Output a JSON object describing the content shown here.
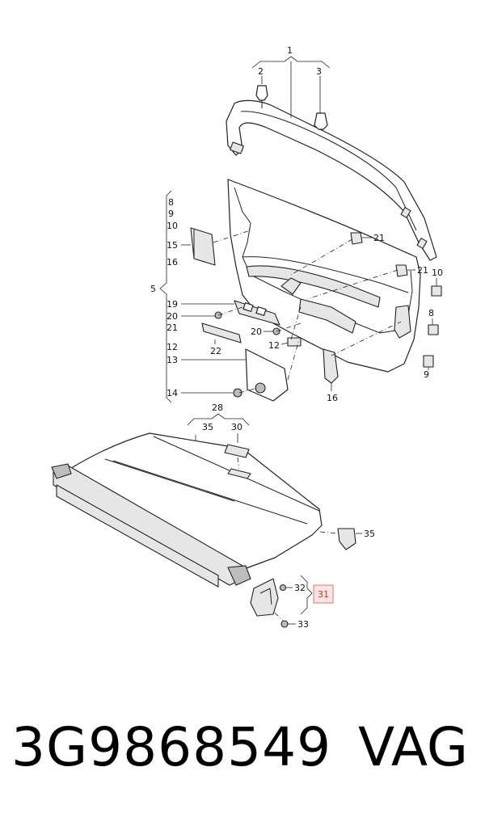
{
  "labels": {
    "l1": "1",
    "l2": "2",
    "l3": "3",
    "l8": "8",
    "l9": "9",
    "l10": "10",
    "l15": "15",
    "l16": "16",
    "l5": "5",
    "l19": "19",
    "l20": "20",
    "l21": "21",
    "l22": "22",
    "l12": "12",
    "l13": "13",
    "l14": "14",
    "r21a": "21",
    "r21b": "21",
    "r10": "10",
    "r8": "8",
    "r9": "9",
    "m20": "20",
    "m12": "12",
    "m16": "16",
    "l28": "28",
    "l35": "35",
    "l30": "30",
    "r35": "35",
    "l32": "32",
    "l31": "31",
    "l33": "33"
  },
  "footer": {
    "part_number": "3G9868549",
    "brand": "VAG"
  },
  "colors": {
    "highlight_border": "#e08a8a",
    "highlight_fill": "#fbe3e3",
    "highlight_text": "#c0392b"
  }
}
